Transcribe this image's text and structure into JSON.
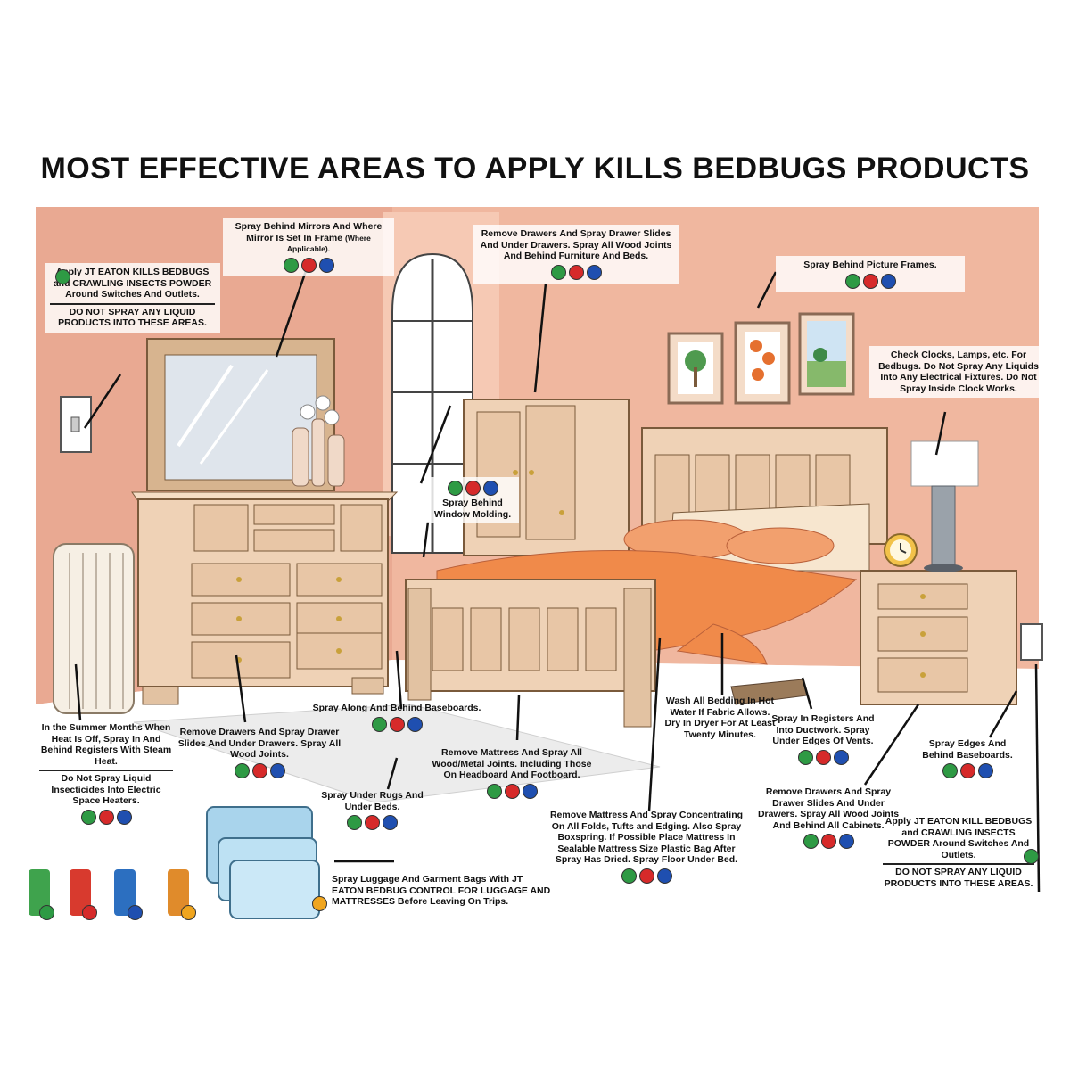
{
  "title": "MOST EFFECTIVE AREAS TO APPLY KILLS BEDBUGS PRODUCTS",
  "colors": {
    "green": "#2e9a44",
    "red": "#d62a2a",
    "blue": "#1f4fb0",
    "orange": "#f0a51e",
    "wall": "#e9a992",
    "furniture": "#efd2b6"
  },
  "callouts": {
    "switches_top": {
      "text": "Apply JT EATON KILLS BEDBUGS and CRAWLING INSECTS POWDER Around Switches And Outlets.",
      "warning": "DO NOT SPRAY ANY LIQUID PRODUCTS INTO THESE AREAS."
    },
    "mirrors": {
      "text": "Spray Behind Mirrors And Where Mirror Is Set In Frame",
      "note": "(Where Applicable)."
    },
    "drawers_top": {
      "text": "Remove Drawers And Spray Drawer Slides And Under Drawers. Spray All Wood Joints And Behind Furniture And Beds."
    },
    "picture_frames": {
      "text": "Spray Behind Picture Frames."
    },
    "clocks": {
      "text": "Check Clocks, Lamps, etc. For Bedbugs. Do Not Spray Any Liquids Into Any Electrical Fixtures. Do Not Spray Inside Clock Works."
    },
    "window": {
      "text": "Spray Behind Window Molding."
    },
    "heat": {
      "text": "In the Summer Months When Heat Is Off, Spray In And Behind Registers With Steam Heat.",
      "warning": "Do Not Spray Liquid Insecticides Into Electric Space Heaters."
    },
    "dresser": {
      "text": "Remove Drawers And Spray Drawer Slides And Under Drawers. Spray All Wood Joints."
    },
    "baseboards_center": {
      "text": "Spray Along And Behind Baseboards."
    },
    "mattress_joints": {
      "text": "Remove Mattress And Spray All Wood/Metal Joints. Including Those On Headboard And Footboard."
    },
    "rugs": {
      "text": "Spray Under Rugs And Under Beds."
    },
    "bedding": {
      "text": "Wash All Bedding In Hot Water If Fabric Allows. Dry In Dryer For At Least Twenty Minutes."
    },
    "registers": {
      "text": "Spray In Registers And Into Ductwork. Spray Under Edges Of Vents."
    },
    "baseboards_right": {
      "text": "Spray Edges And Behind Baseboards."
    },
    "mattress_folds": {
      "text": "Remove Mattress And Spray Concentrating On All Folds, Tufts and Edging. Also Spray Boxspring. If Possible Place Mattress In Sealable Mattress Size Plastic Bag After Spray Has Dried. Spray Floor Under Bed."
    },
    "cabinets": {
      "text": "Remove Drawers And Spray Drawer Slides And Under Drawers. Spray All Wood Joints And Behind All Cabinets."
    },
    "switches_bottom": {
      "text": "Apply JT EATON KILL BEDBUGS and CRAWLING INSECTS POWDER Around Switches And Outlets.",
      "warning": "DO NOT SPRAY ANY LIQUID PRODUCTS INTO THESE AREAS."
    },
    "luggage": {
      "text": "Spray Luggage And Garment Bags With JT EATON BEDBUG CONTROL FOR LUGGAGE AND MATTRESSES Before Leaving On Trips."
    }
  }
}
